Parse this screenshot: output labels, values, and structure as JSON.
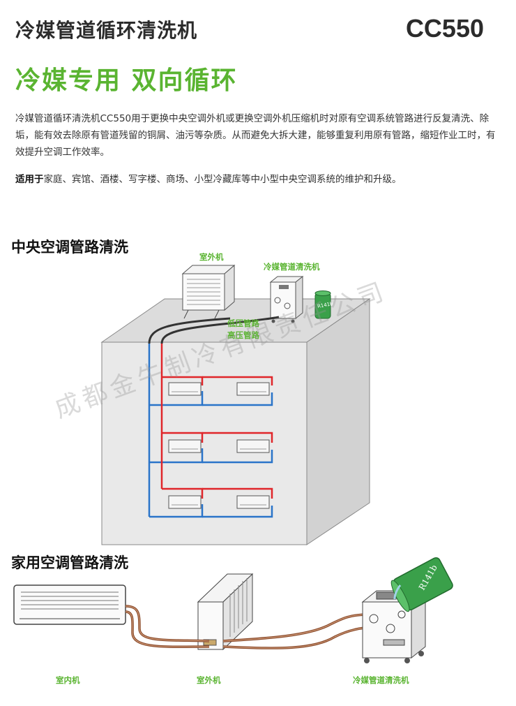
{
  "header": {
    "title": "冷媒管道循环清洗机",
    "model": "CC550",
    "slogan": "冷媒专用  双向循环"
  },
  "description": "冷媒管道循环清洗机CC550用于更换中央空调外机或更换空调外机压缩机时对原有空调系统管路进行反复清洗、除垢，能有效去除原有管道残留的铜屑、油污等杂质。从而避免大拆大建，能够重复利用原有管路，缩短作业工时，有效提升空调工作效率。",
  "applicable": {
    "label": "适用于",
    "text": "家庭、宾馆、酒楼、写字楼、商场、小型冷藏库等中小型中央空调系统的维护和升级。"
  },
  "section_central": {
    "heading": "中央空调管路清洗",
    "outdoor_unit": "室外机",
    "cleaner": "冷媒管道清洗机",
    "low_pressure": "低压管路",
    "high_pressure": "高压管路",
    "tank_label": "R141b"
  },
  "section_home": {
    "heading": "家用空调管路清洗",
    "indoor_unit": "室内机",
    "outdoor_unit": "室外机",
    "cleaner": "冷媒管道清洗机",
    "tank_label": "R141b"
  },
  "watermark": "成都金牛制冷有限责任公司",
  "colors": {
    "accent_green": "#5ab431",
    "high_pressure_pipe": "#e0262a",
    "low_pressure_pipe": "#2a74c9",
    "copper_pipe": "#8a4a2a"
  }
}
